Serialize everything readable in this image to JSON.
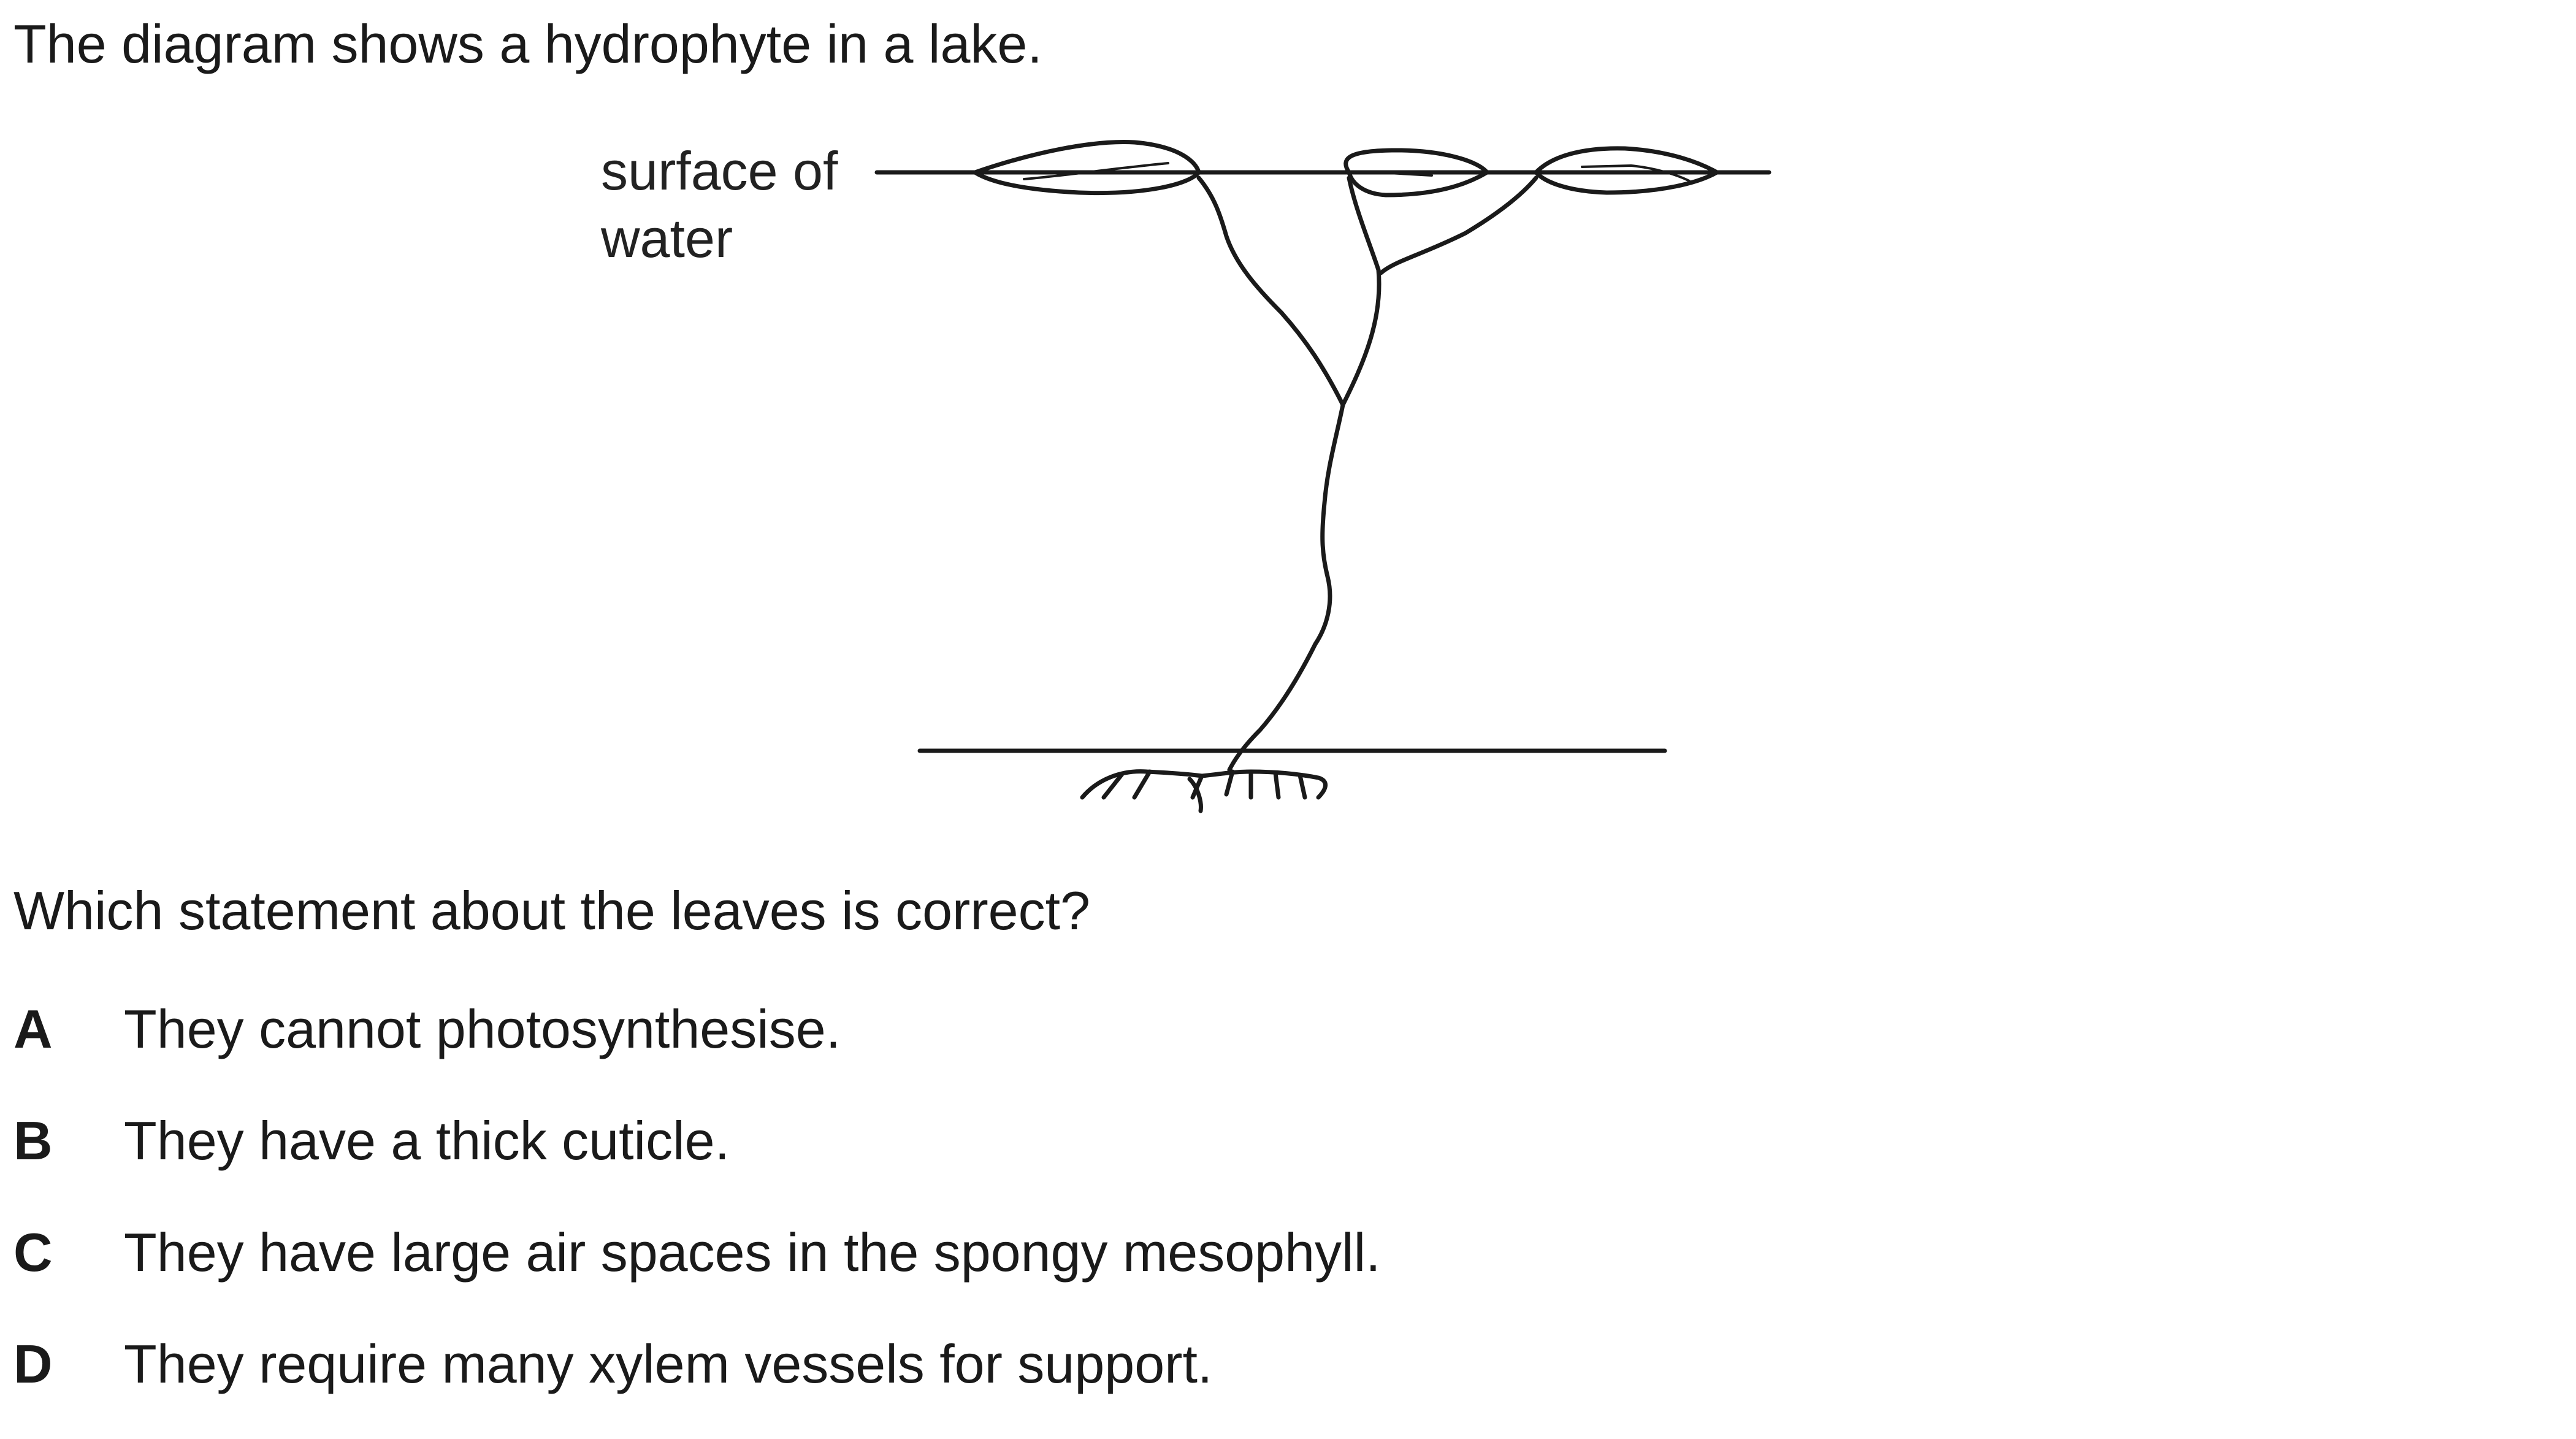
{
  "intro": "The diagram shows a hydrophyte in a lake.",
  "diagram": {
    "label_line1": "surface of",
    "label_line2": "water"
  },
  "question": "Which statement about the leaves is correct?",
  "options": [
    {
      "letter": "A",
      "text": "They cannot photosynthesise."
    },
    {
      "letter": "B",
      "text": "They have a thick cuticle."
    },
    {
      "letter": "C",
      "text": "They have large air spaces in the spongy mesophyll."
    },
    {
      "letter": "D",
      "text": "They require many xylem vessels for support."
    }
  ]
}
